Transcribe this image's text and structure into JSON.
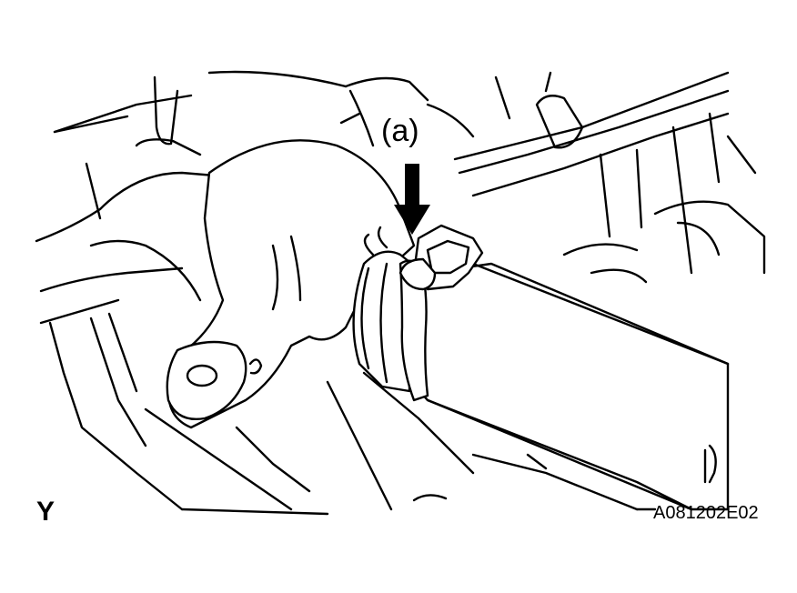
{
  "callout": "(a)",
  "view_letter": "Y",
  "figure_code": "A081202E02"
}
